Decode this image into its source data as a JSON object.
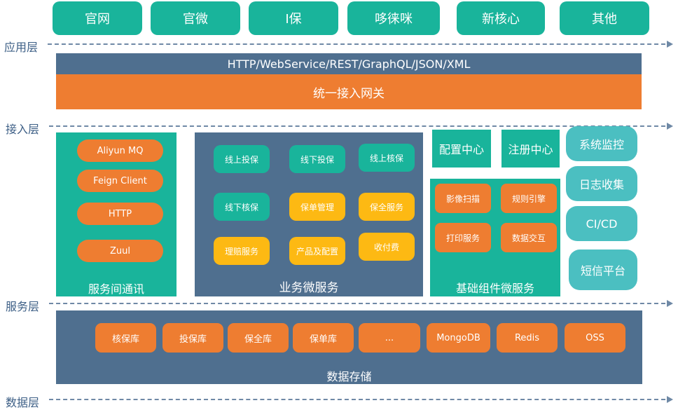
{
  "layers": {
    "app": "应用层",
    "access": "接入层",
    "service": "服务层",
    "data": "数据层"
  },
  "apps": [
    "官网",
    "官微",
    "I保",
    "哆徕咪",
    "新核心",
    "其他"
  ],
  "protocols": "HTTP/WebService/REST/GraphQL/JSON/XML",
  "gateway": "统一接入网关",
  "comm": {
    "title": "服务间通讯",
    "items": [
      "Aliyun MQ",
      "Feign Client",
      "HTTP",
      "Zuul"
    ]
  },
  "biz": {
    "title": "业务微服务",
    "items": [
      "线上投保",
      "线下投保",
      "线上核保",
      "线下核保",
      "保单管理",
      "保全服务",
      "理赔服务",
      "产品及配置",
      "收付费"
    ]
  },
  "config_center": "配置中心",
  "registry_center": "注册中心",
  "base": {
    "title": "基础组件微服务",
    "items": [
      "影像扫描",
      "规则引擎",
      "打印服务",
      "数据交互"
    ]
  },
  "ops": [
    "系统监控",
    "日志收集",
    "CI/CD",
    "短信平台"
  ],
  "storage": {
    "title": "数据存储",
    "items": [
      "核保库",
      "投保库",
      "保全库",
      "保单库",
      "...",
      "MongoDB",
      "Redis",
      "OSS"
    ]
  },
  "colors": {
    "teal": "#19b49b",
    "orange": "#ee7d31",
    "gold": "#fdb913",
    "slate": "#4f6f8f",
    "aqua": "#4bbfc1",
    "label_blue": "#3d5f86"
  }
}
